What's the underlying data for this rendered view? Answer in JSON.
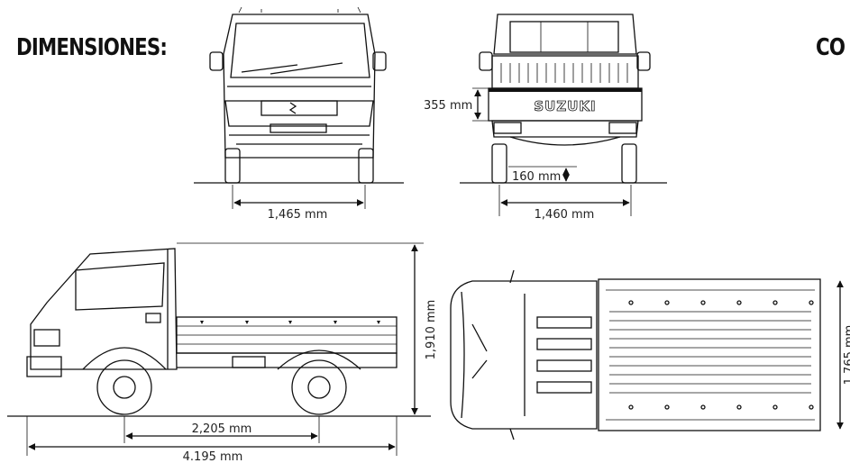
{
  "headings": {
    "left": "DIMENSIONES:",
    "right": "CO"
  },
  "dimensions": {
    "front_width": "1,465 mm",
    "rear_width": "1,460 mm",
    "bed_height": "355 mm",
    "ground_clearance": "160 mm",
    "wheelbase": "2,205 mm",
    "length": "4.195 mm",
    "height": "1,910 mm",
    "width_top": "1,765 mm"
  },
  "badges": {
    "rear_brand": "SUZUKI"
  }
}
